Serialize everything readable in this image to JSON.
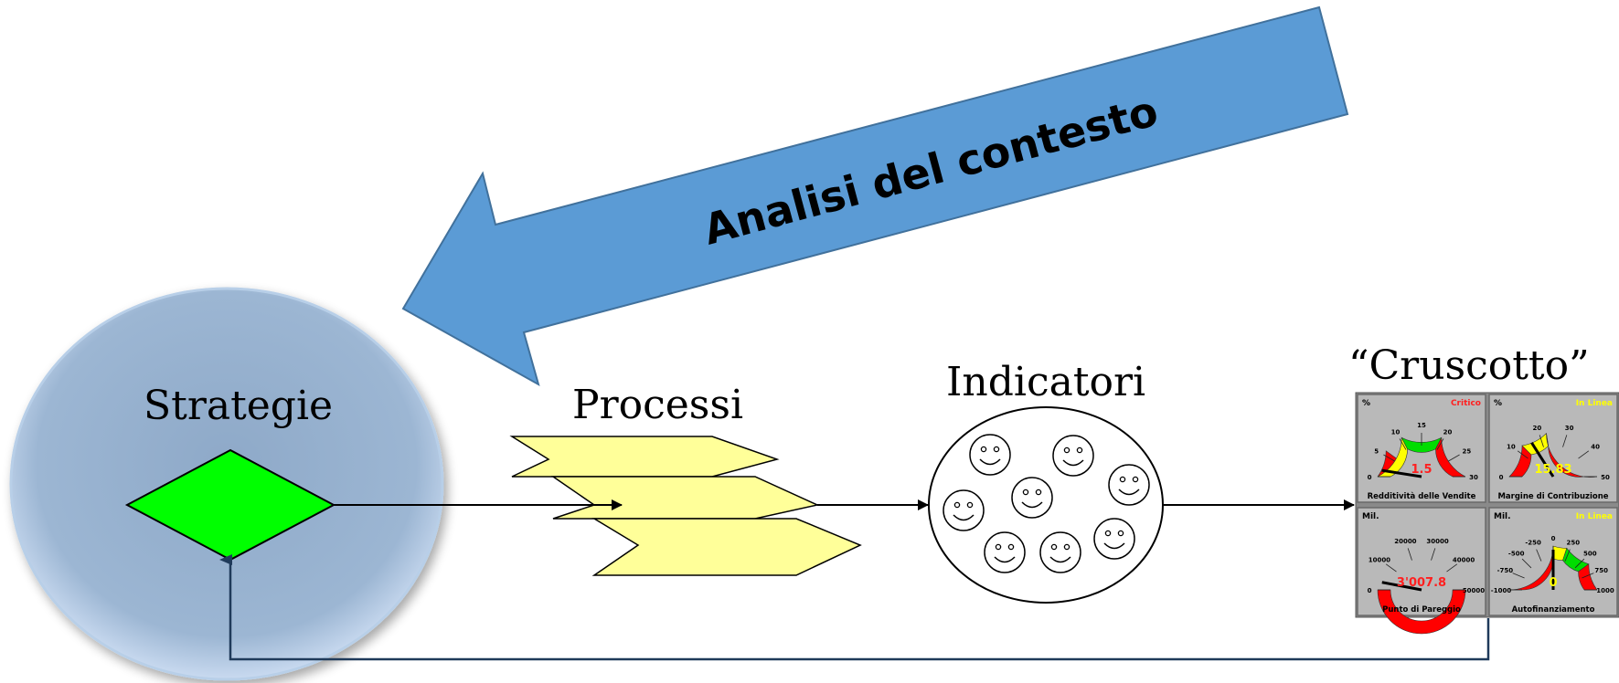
{
  "context_arrow": {
    "label": "Analisi del contesto",
    "color": "#5b9bd5",
    "border": "#41719c"
  },
  "strategie": {
    "label": "Strategie",
    "halo_color": "#9dc3e6",
    "diamond_color": "#00ff00"
  },
  "processi": {
    "label": "Processi",
    "fill_color": "#ffff99"
  },
  "indicatori": {
    "label": "Indicatori",
    "smiley_count": 8
  },
  "cruscotto": {
    "label": "“Cruscotto”",
    "gauges": [
      {
        "unit": "%",
        "status": "Critico",
        "status_color": "#ff2020",
        "value": "1.5",
        "value_color": "#ff2020",
        "title": "Redditività delle Vendite",
        "ticks": [
          "0",
          "5",
          "10",
          "15",
          "20",
          "25",
          "30"
        ],
        "bands": [
          [
            "#ff0000",
            0,
            0.2
          ],
          [
            "#ffff00",
            0,
            0.35
          ],
          [
            "#00dd00",
            0.35,
            0.65
          ],
          [
            "#ff0000",
            0.65,
            1
          ]
        ],
        "needle": 0.05
      },
      {
        "unit": "%",
        "status": "In Linea",
        "status_color": "#ffff00",
        "value": "15.83",
        "value_color": "#ffff00",
        "title": "Margine di Contribuzione",
        "ticks": [
          "0",
          "10",
          "20",
          "30",
          "40",
          "50"
        ],
        "bands": [
          [
            "#ff0000",
            0,
            0.25
          ],
          [
            "#ffff00",
            0.25,
            0.45
          ],
          [
            "#ff0000",
            0.45,
            1
          ]
        ],
        "needle": 0.32
      },
      {
        "unit": "Mil.",
        "status": "",
        "status_color": "#ff2020",
        "value": "3'007.8",
        "value_color": "#ff2020",
        "title": "Punto di Pareggio",
        "ticks": [
          "0",
          "10000",
          "20000",
          "30000",
          "40000",
          "50000"
        ],
        "bands": [
          [
            "#ff0000",
            0,
            1
          ]
        ],
        "needle": 0.06
      },
      {
        "unit": "Mil.",
        "status": "In Linea",
        "status_color": "#ffff00",
        "value": "0",
        "value_color": "#ffff00",
        "title": "Autofinanziamento",
        "ticks": [
          "-1000",
          "-750",
          "-500",
          "-250",
          "0",
          "250",
          "500",
          "750",
          "1000"
        ],
        "bands": [
          [
            "#ff0000",
            0,
            0.5
          ],
          [
            "#ffff00",
            0.5,
            0.6
          ],
          [
            "#00dd00",
            0.6,
            0.8
          ],
          [
            "#ff0000",
            0.8,
            1
          ]
        ],
        "needle": 0.5
      }
    ]
  }
}
